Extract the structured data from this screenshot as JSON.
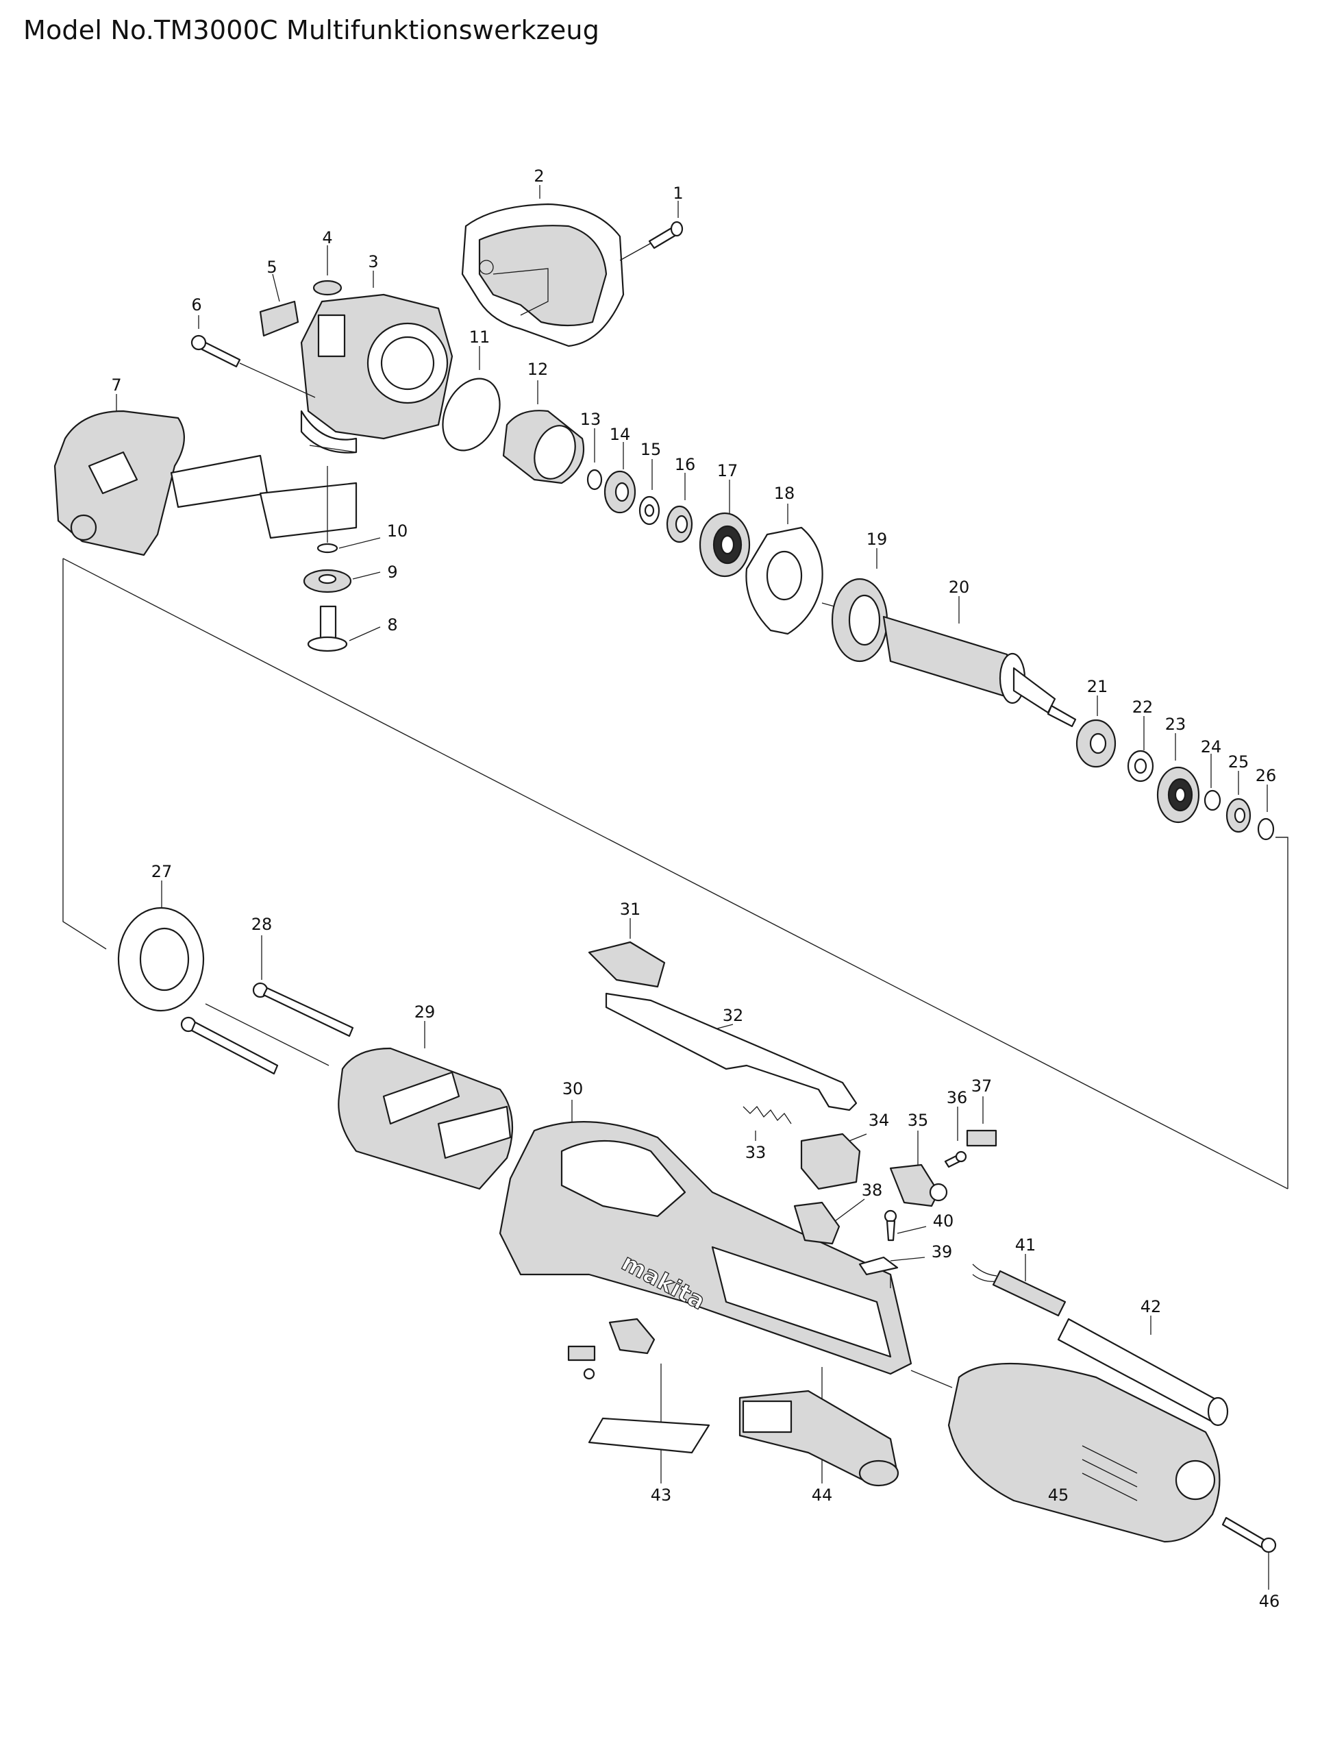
{
  "title": "Model No.TM3000C Multifunktionswerkzeug",
  "parts": [
    {
      "no": "1"
    },
    {
      "no": "2"
    },
    {
      "no": "3"
    },
    {
      "no": "4"
    },
    {
      "no": "5"
    },
    {
      "no": "6"
    },
    {
      "no": "7"
    },
    {
      "no": "8"
    },
    {
      "no": "9"
    },
    {
      "no": "10"
    },
    {
      "no": "11"
    },
    {
      "no": "12"
    },
    {
      "no": "13"
    },
    {
      "no": "14"
    },
    {
      "no": "15"
    },
    {
      "no": "16"
    },
    {
      "no": "17"
    },
    {
      "no": "18"
    },
    {
      "no": "19"
    },
    {
      "no": "20"
    },
    {
      "no": "21"
    },
    {
      "no": "22"
    },
    {
      "no": "23"
    },
    {
      "no": "24"
    },
    {
      "no": "25"
    },
    {
      "no": "26"
    },
    {
      "no": "27"
    },
    {
      "no": "28"
    },
    {
      "no": "29"
    },
    {
      "no": "30"
    },
    {
      "no": "31"
    },
    {
      "no": "32"
    },
    {
      "no": "33"
    },
    {
      "no": "34"
    },
    {
      "no": "35"
    },
    {
      "no": "36"
    },
    {
      "no": "37"
    },
    {
      "no": "38"
    },
    {
      "no": "39"
    },
    {
      "no": "40"
    },
    {
      "no": "41"
    },
    {
      "no": "42"
    },
    {
      "no": "43"
    },
    {
      "no": "44"
    },
    {
      "no": "45"
    },
    {
      "no": "46"
    }
  ],
  "brand_mark": "makita"
}
